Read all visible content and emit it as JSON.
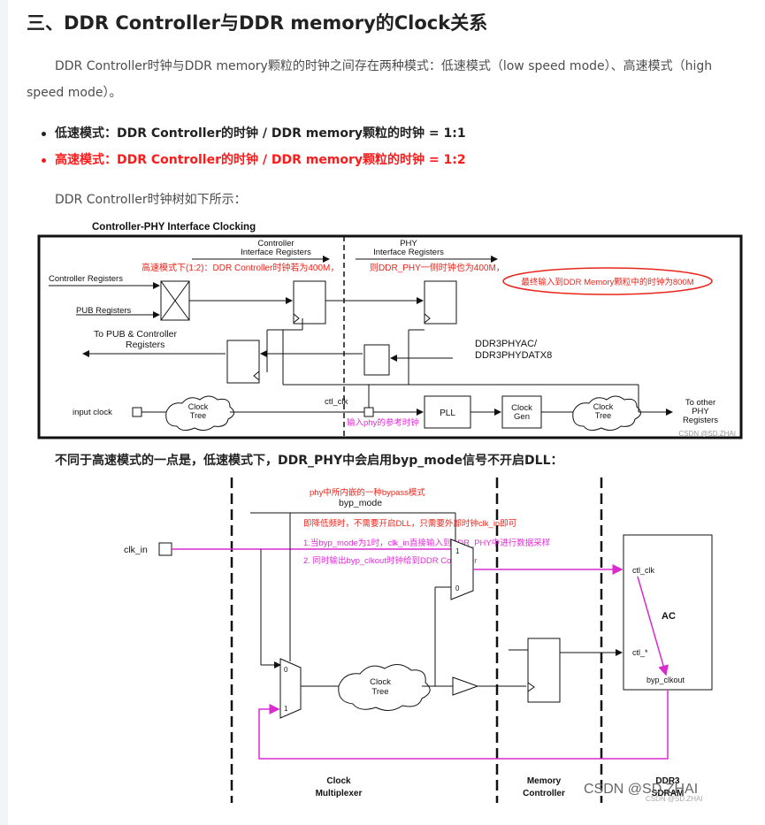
{
  "article": {
    "section_title": "三、DDR Controller与DDR memory的Clock关系",
    "intro": "DDR Controller时钟与DDR memory颗粒的时钟之间存在两种模式：低速模式（low speed mode）、高速模式（high speed mode）。",
    "modes": [
      {
        "text": "低速模式：DDR Controller的时钟 / DDR memory颗粒的时钟 = 1:1"
      },
      {
        "text": "高速模式：DDR Controller的时钟 / DDR memory颗粒的时钟 = 1:2"
      }
    ],
    "clock_tree_intro": "DDR Controller时钟树如下所示：",
    "low_speed_note": "不同于高速模式的一点是，低速模式下，DDR_PHY中会启用byp_mode信号不开启DLL："
  },
  "figure1": {
    "title": "Controller-PHY Interface Clocking",
    "section_ctrl": [
      "Controller",
      "Interface Registers"
    ],
    "section_phy": [
      "PHY",
      "Interface Registers"
    ],
    "note_high_speed": "高速模式下(1:2)：DDR Controller时钟若为400M，",
    "note_phy": "则DDR_PHY一侧时钟也为400M，",
    "note_final": "最终输入到DDR Memory颗粒中的时钟为800M",
    "label_ctrl_regs": "Controller Registers",
    "label_pub_regs": "PUB Registers",
    "label_to_pub": [
      "To PUB & Controller",
      "Registers"
    ],
    "label_phy_names": [
      "DDR3PHYAC/",
      "DDR3PHYDATX8"
    ],
    "label_input_clock": "input clock",
    "label_clock_tree": [
      "Clock",
      "Tree"
    ],
    "label_ctl_clk": "ctl_clk",
    "label_pll": "PLL",
    "label_clock_gen": [
      "Clock",
      "Gen"
    ],
    "label_to_other": [
      "To other",
      "PHY",
      "Registers"
    ],
    "note_ref_clock": "输入phy的参考时钟",
    "watermark": "CSDN @SD.ZHAI",
    "colors": {
      "note_red": "#e8261c",
      "note_magenta": "#e12cd6",
      "frame": "#111111"
    }
  },
  "figure2": {
    "note_bypass": "phy中所内嵌的一种bypass模式",
    "label_byp_mode": "byp_mode",
    "note_low_freq": "即降低频时，不需要开启DLL，只需要外部时钟clk_in即可",
    "note_1": "1.当byp_mode为1时，clk_in直接输入到DDR_PHY中进行数据采样",
    "note_2": "2. 同时输出byp_clkout时钟给到DDR Controller",
    "label_clk_in": "clk_in",
    "label_mux_1": "1",
    "label_mux_0": "0",
    "label_ctl_clk": "ctl_clk",
    "label_ac": "AC",
    "label_ctl_star": "ctl_*",
    "label_byp_clkout": "byp_clkout",
    "label_clock_tree": [
      "Clock",
      "Tree"
    ],
    "label_clock_mux": [
      "Clock",
      "Multiplexer"
    ],
    "label_mem_ctrl": [
      "Memory",
      "Controller"
    ],
    "label_ddr3": [
      "DDR3",
      "SDRAM"
    ],
    "watermark_big": "CSDN @SD.ZHAI",
    "watermark_small": "CSDN @SD.ZHAI",
    "colors": {
      "note_red": "#e8261c",
      "note_magenta": "#e12cd6",
      "line_magenta": "#d92bcf"
    }
  }
}
